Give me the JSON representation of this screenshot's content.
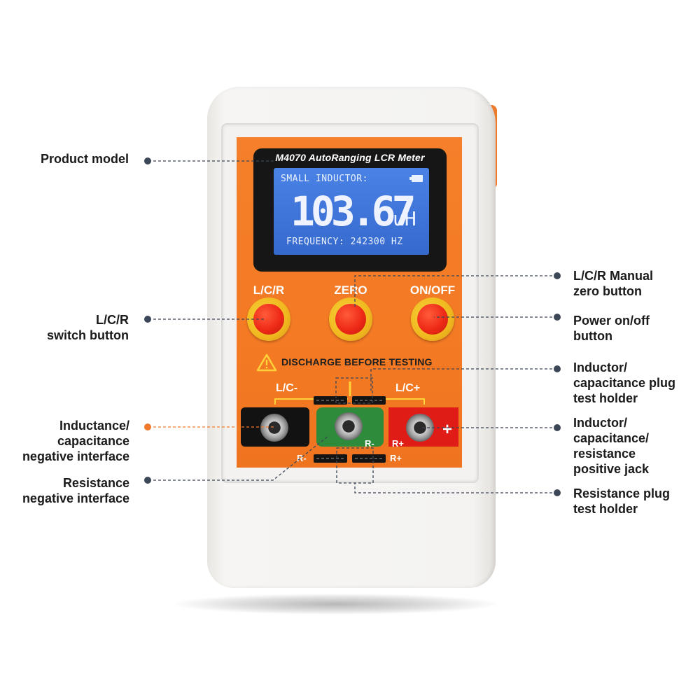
{
  "device": {
    "model_label": "M4070 AutoRanging LCR Meter",
    "display": {
      "top_line": "SMALL  INDUCTOR:",
      "value": "103.67",
      "unit": "uH",
      "bottom_line": "FREQUENCY: 242300 HZ",
      "battery_icon": "battery-icon"
    },
    "buttons": [
      {
        "label": "L/C/R",
        "icon": "round-red-button"
      },
      {
        "label": "ZERO",
        "icon": "round-red-button"
      },
      {
        "label": "ON/OFF",
        "icon": "round-red-button"
      }
    ],
    "warning": {
      "icon": "warning-triangle-icon",
      "text": "DISCHARGE BEFORE TESTING"
    },
    "terminals": {
      "lc_minus": "L/C-",
      "lc_plus": "L/C+",
      "r_minus_inner": "R-",
      "r_plus_inner": "R+",
      "r_minus_slot": "R-",
      "r_plus_slot": "R+",
      "plus_symbol": "+"
    }
  },
  "callouts": {
    "product_model": "Product model",
    "switch_button_1": "L/C/R",
    "switch_button_2": "switch button",
    "inductance_negative_1": "Inductance/",
    "inductance_negative_2": "capacitance",
    "inductance_negative_3": "negative interface",
    "resistance_negative_1": "Resistance",
    "resistance_negative_2": "negative interface",
    "manual_zero_1": "L/C/R Manual",
    "manual_zero_2": "zero button",
    "power_1": "Power on/off",
    "power_2": "button",
    "plug_holder_1": "Inductor/",
    "plug_holder_2": "capacitance plug",
    "plug_holder_3": "test holder",
    "positive_jack_1": "Inductor/",
    "positive_jack_2": "capacitance/",
    "positive_jack_3": "resistance",
    "positive_jack_4": "positive jack",
    "resistance_plug_1": "Resistance plug",
    "resistance_plug_2": "test holder"
  },
  "colors": {
    "panel_orange": "#f47a24",
    "callout_dot": "#3b4657",
    "highlight_dot": "#f07a2a",
    "lcd_blue": "#3f74d8"
  }
}
